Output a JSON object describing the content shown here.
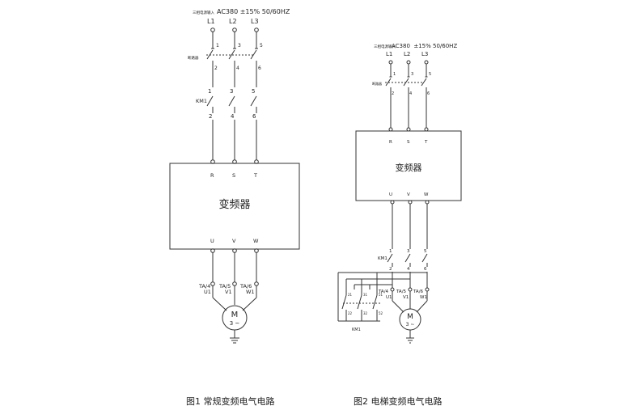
{
  "fig1": {
    "supply_note": "三相电源输入",
    "supply_spec": "AC380 ±15% 50/60HZ",
    "phases": [
      "L1",
      "L2",
      "L3"
    ],
    "breaker_label": "断路器",
    "breaker_top_terminals": [
      "1",
      "3",
      "5"
    ],
    "breaker_bottom_terminals": [
      "2",
      "4",
      "6"
    ],
    "contactor_top_terminals": [
      "1",
      "3",
      "5"
    ],
    "contactor_label": "KM1",
    "contactor_bottom_terminals": [
      "2",
      "4",
      "6"
    ],
    "inverter_label": "变频器",
    "input_terminals": [
      "R",
      "S",
      "T"
    ],
    "output_terminals": [
      "U",
      "V",
      "W"
    ],
    "motor_terminals_top": [
      "TA/4",
      "TA/5",
      "TA/6"
    ],
    "motor_terminals_bottom": [
      "U1",
      "V1",
      "W1"
    ],
    "motor_symbol": "M",
    "motor_type": "3 ~",
    "caption": "图1 常规变频电气电路"
  },
  "fig2": {
    "supply_note": "三相电源输入",
    "supply_spec": "AC380  ±15% 50/60HZ",
    "phases": [
      "L1",
      "L2",
      "L3"
    ],
    "breaker_label": "断路器",
    "breaker_top_terminals": [
      "1",
      "3",
      "5"
    ],
    "breaker_bottom_terminals": [
      "2",
      "4",
      "6"
    ],
    "inverter_label": "变频器",
    "input_terminals": [
      "R",
      "S",
      "T"
    ],
    "output_terminals": [
      "U",
      "V",
      "W"
    ],
    "contactor_top_terminals": [
      "1",
      "3",
      "5"
    ],
    "contactor_label": "KM1",
    "contactor_bottom_terminals": [
      "2",
      "4",
      "6"
    ],
    "aux_contacts": [
      "21",
      "31",
      "51"
    ],
    "aux_contacts_bottom": [
      "22",
      "32",
      "52"
    ],
    "aux_label": "KM1",
    "motor_terminals_top": [
      "TA/4",
      "TA/5",
      "TA/6"
    ],
    "motor_terminals_bottom": [
      "U1",
      "V1",
      "W1"
    ],
    "motor_symbol": "M",
    "motor_type": "3 ~",
    "caption": "图2 电梯变频电气电路"
  }
}
